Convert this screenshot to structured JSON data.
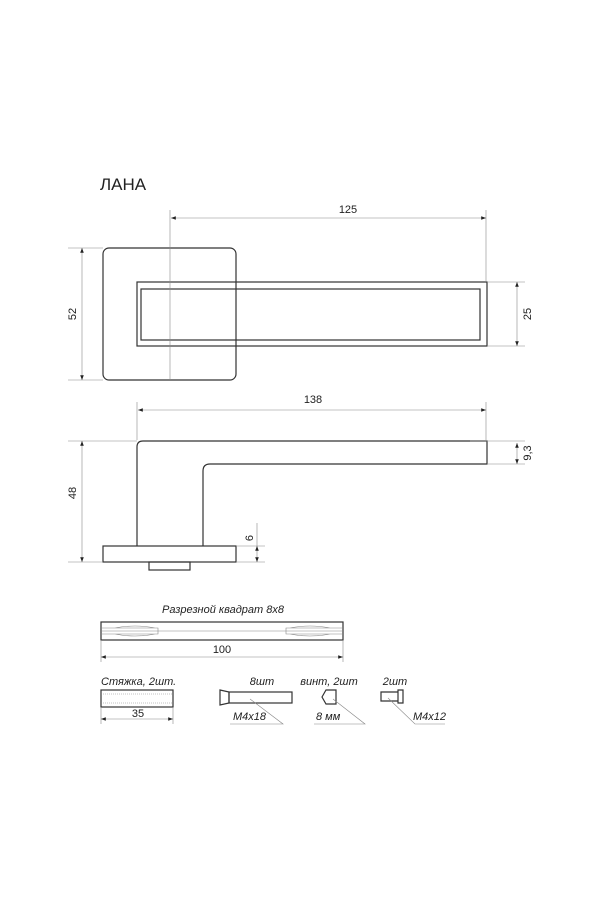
{
  "title": "ЛАНА",
  "top_view": {
    "dim_length": "125",
    "dim_rose_height": "52",
    "dim_lever_width": "25"
  },
  "side_view": {
    "dim_length": "138",
    "dim_height": "48",
    "dim_thickness": "9,3",
    "dim_rose_thickness": "6"
  },
  "spindle": {
    "label": "Разрезной квадрат 8x8",
    "dim_length": "100"
  },
  "parts": {
    "coupler_label": "Стяжка, 2шт.",
    "coupler_dim": "35",
    "screw_qty": "8шт",
    "screw_size": "M4x18",
    "set_screw_label": "винт, 2шт",
    "set_screw_size": "8 мм",
    "bolt_qty": "2шт",
    "bolt_size": "M4x12"
  }
}
